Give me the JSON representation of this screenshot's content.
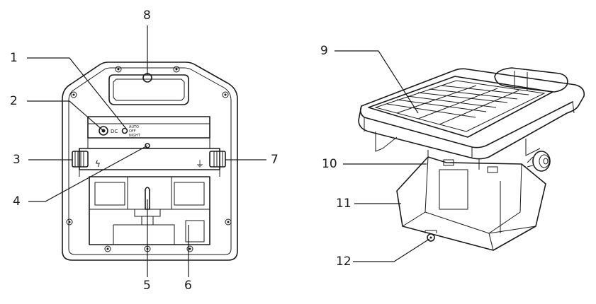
{
  "callouts": {
    "c1": "1",
    "c2": "2",
    "c3": "3",
    "c4": "4",
    "c5": "5",
    "c6": "6",
    "c7": "7",
    "c8": "8",
    "c9": "9",
    "c10": "10",
    "c11": "11",
    "c12": "12"
  },
  "switch_labels": {
    "auto": "AUTO",
    "off": "OFF",
    "night": "NIGHT",
    "dc": "DC"
  },
  "symbols": {
    "lightning": "ϟ",
    "ground": "⏚"
  }
}
